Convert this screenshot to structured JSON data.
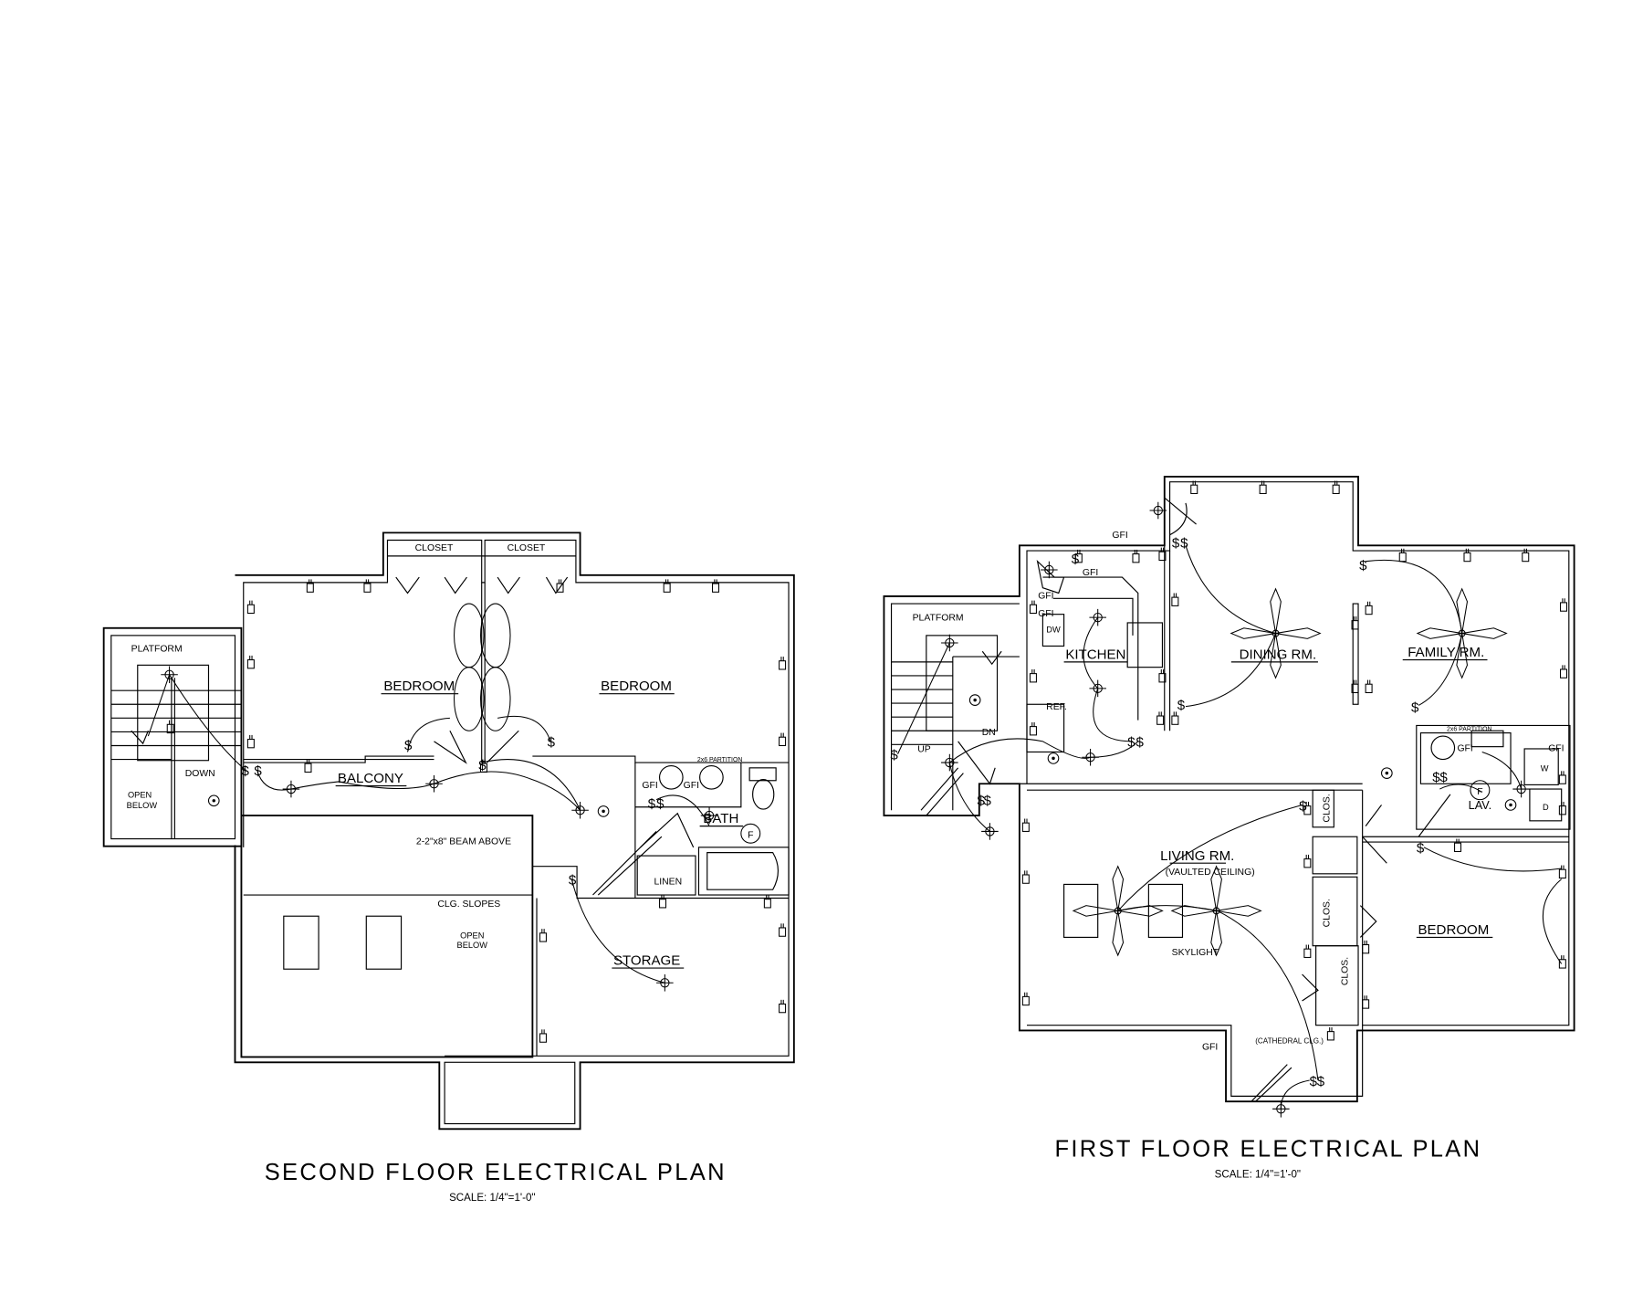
{
  "second_floor": {
    "title": "SECOND FLOOR ELECTRICAL PLAN",
    "scale": "SCALE: 1/4\"=1'-0\"",
    "labels": {
      "closet_1": "CLOSET",
      "closet_2": "CLOSET",
      "platform": "PLATFORM",
      "bedroom_1": "BEDROOM",
      "bedroom_2": "BEDROOM",
      "down": "DOWN",
      "open_below_1": "OPEN",
      "open_below_2": "BELOW",
      "balcony": "BALCONY",
      "partition": "2x6 PARTITION",
      "gfi_1": "GFI",
      "gfi_2": "GFI",
      "bath": "BATH",
      "beam": "2-2\"x8\" BEAM ABOVE",
      "linen": "LINEN",
      "clg_slopes": "CLG. SLOPES",
      "open_below_center_1": "OPEN",
      "open_below_center_2": "BELOW",
      "storage": "STORAGE",
      "fan_symbol": "F"
    }
  },
  "first_floor": {
    "title": "FIRST FLOOR ELECTRICAL PLAN",
    "scale": "SCALE: 1/4\"=1'-0\"",
    "labels": {
      "gfi_top": "GFI",
      "gfi_k1": "GFI",
      "gfi_k2": "GFI",
      "gfi_k3": "GFI",
      "platform": "PLATFORM",
      "dw": "DW",
      "kitchen": "KITCHEN",
      "ref": "REF.",
      "dn": "DN",
      "up": "UP",
      "dining": "DINING RM.",
      "family": "FAMILY RM.",
      "partition": "2x6 PARTITION",
      "gfi_lav": "GFI",
      "gfi_laundry": "GFI",
      "w": "W",
      "d": "D",
      "lav": "LAV.",
      "fan_symbol": "F",
      "clos_1": "CLOS.",
      "clos_2": "CLOS.",
      "clos_3": "CLOS.",
      "living": "LIVING RM.",
      "vaulted": "(VAULTED CEILING)",
      "skylight": "SKYLIGHT",
      "bedroom": "BEDROOM",
      "gfi_entry": "GFI",
      "cathedral": "(CATHEDRAL CLG.)"
    }
  }
}
